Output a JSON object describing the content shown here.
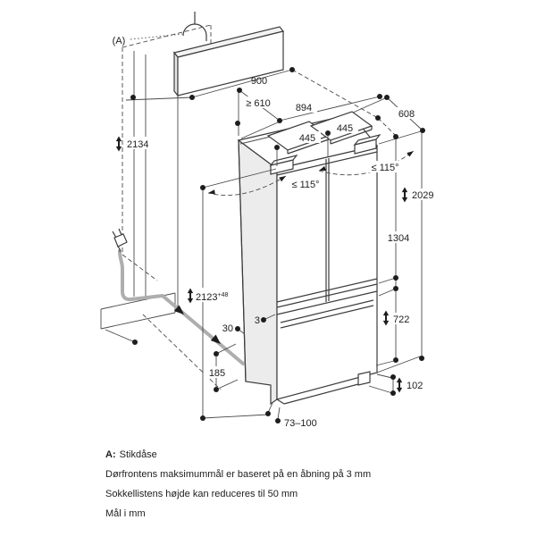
{
  "diagram_title": "Refrigerator installation drawing",
  "annotation": {
    "a_marker": "(A)"
  },
  "dimensions": {
    "panel_width": "900",
    "niche_depth": "≥ 610",
    "appliance_width": "894",
    "appliance_depth": "608",
    "door_left_width": "445",
    "door_right_width": "445",
    "door_angle_left": "≤ 115°",
    "door_angle_right": "≤ 115°",
    "niche_height": "2134",
    "appliance_height": "2029",
    "door_height": "1304",
    "drawer_height": "722",
    "plinth_height": "102",
    "install_height_main": "2123",
    "install_height_tolerance": "+48",
    "rear_gap": "30",
    "door_gap": "3",
    "outlet_height": "185",
    "recess_depth": "73–100"
  },
  "notes": {
    "a_prefix": "A:",
    "a_text": "Stikdåse",
    "line2": "Dørfrontens maksimummål er baseret på en åbning på 3 mm",
    "line3": "Sokkellistens højde kan reduceres til 50 mm",
    "line4": "Mål i mm"
  },
  "icons": {
    "socket": "socket-symbol",
    "plug": "plug-symbol"
  },
  "colors": {
    "line": "#3d3d3d",
    "dimension": "#4a4a4a",
    "shading": "#ececec",
    "cable": "#aeaeae",
    "text": "#1d1d1d",
    "background": "#ffffff"
  }
}
